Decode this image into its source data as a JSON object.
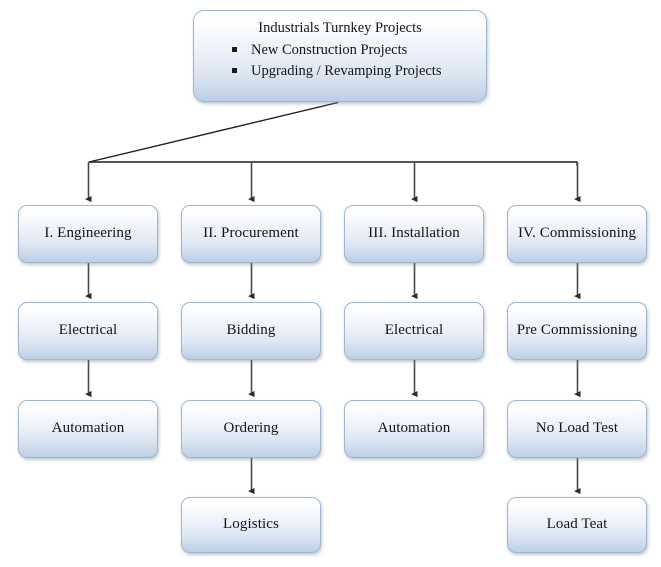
{
  "diagram": {
    "type": "flowchart",
    "root": {
      "title": "Industrials Turnkey Projects",
      "bullets": [
        "New Construction Projects",
        "Upgrading / Revamping Projects"
      ]
    },
    "columns": [
      {
        "id": "engineering",
        "head": "I. Engineering",
        "steps": [
          "Electrical",
          "Automation"
        ]
      },
      {
        "id": "procurement",
        "head": "II. Procurement",
        "steps": [
          "Bidding",
          "Ordering",
          "Logistics"
        ]
      },
      {
        "id": "installation",
        "head": "III. Installation",
        "steps": [
          "Electrical",
          "Automation"
        ]
      },
      {
        "id": "commissioning",
        "head": "IV. Commissioning",
        "steps": [
          "Pre Commissioning",
          "No Load Test",
          "Load Teat"
        ]
      }
    ],
    "colors": {
      "box_border": "#9fb6d0",
      "box_gradient_top": "#ffffff",
      "box_gradient_bottom": "#bccfe6",
      "connector": "#3f3f3f",
      "text": "#11151c",
      "background": "#ffffff"
    }
  }
}
